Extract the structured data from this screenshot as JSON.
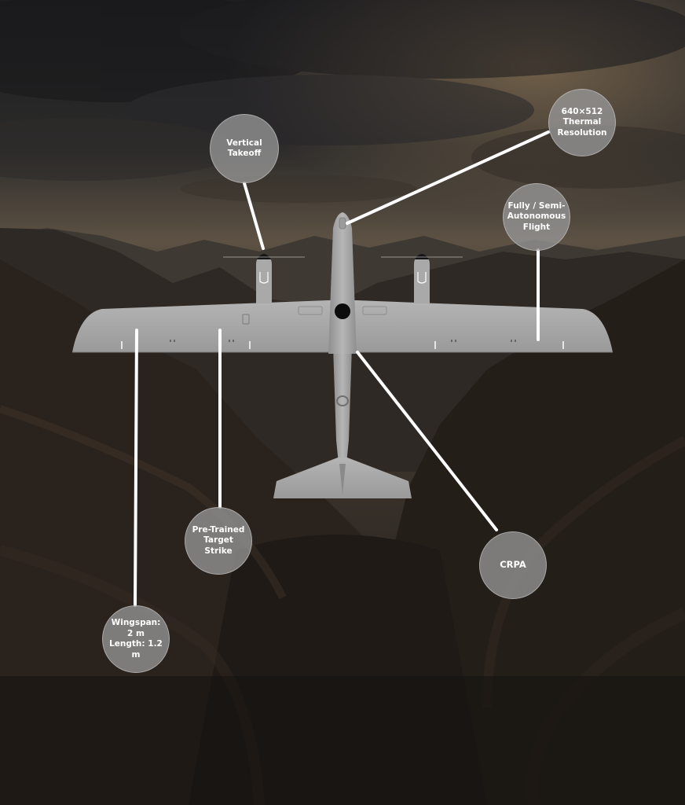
{
  "callouts": {
    "vertical_takeoff": "Vertical\nTakeoff",
    "thermal_resolution": "640×512\nThermal\nResolution",
    "autonomous_flight": "Fully / Semi-\nAutonomous\nFlight",
    "target_strike": "Pre-Trained\nTarget Strike",
    "crpa": "CRPA",
    "dimensions": "Wingspan: 2 m\nLength: 1.2 m"
  },
  "colors": {
    "sky_dark": "#1f1f22",
    "sky_warm": "#6b5a45",
    "terrain": "#2a221c",
    "drone_body": "#a8a8a8",
    "leader_line": "#ffffff",
    "callout_fill": "#969696"
  }
}
